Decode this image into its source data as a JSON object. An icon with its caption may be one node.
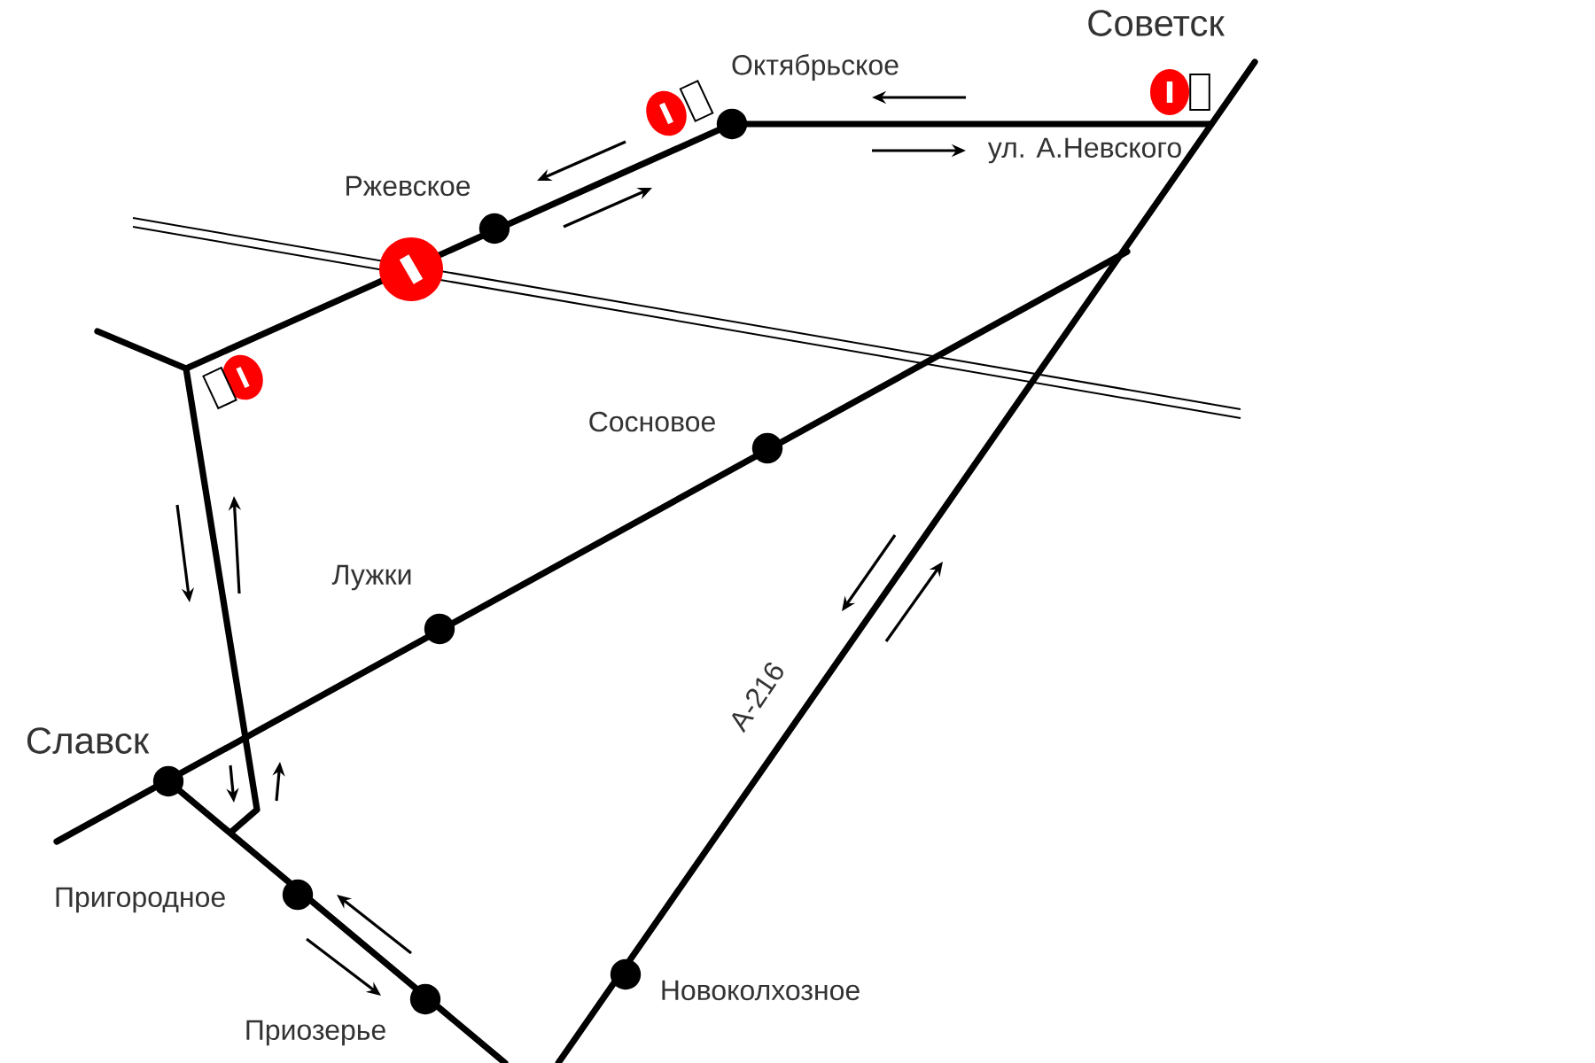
{
  "diagram": {
    "labels": [
      "Советск",
      "Октябрьское",
      "ул. А.Невского",
      "Ржевское",
      "Сосновое",
      "Лужки",
      "Славск",
      "А-216",
      "Пригородное",
      "Новоколхозное",
      "Приозерье"
    ]
  }
}
